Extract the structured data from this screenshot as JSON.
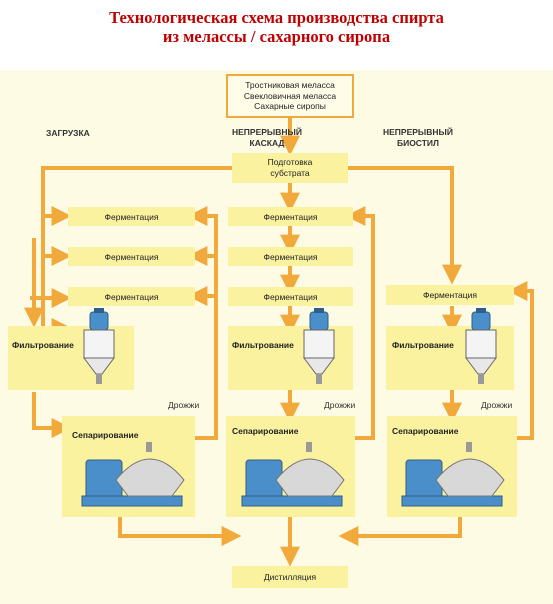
{
  "title": {
    "line1": "Технологическая схема производства спирта",
    "line2": "из мелассы / сахарного сиропа"
  },
  "source": {
    "lines": [
      "Тростниковая меласса",
      "Свекловичная меласса",
      "Сахарные сиропы"
    ]
  },
  "columns": {
    "left": {
      "heading": [
        "ЗАГРУЗКА"
      ]
    },
    "middle": {
      "heading": [
        "НЕПРЕРЫВНЫЙ",
        "КАСКАД"
      ]
    },
    "right": {
      "heading": [
        "НЕПРЕРЫВНЫЙ",
        "БИОСТИЛ"
      ]
    }
  },
  "substrate": {
    "lines": [
      "Подготовка",
      "субстрата"
    ]
  },
  "fermentation_label": "Ферментация",
  "filtration_label": "Фильтрование",
  "separation_label": "Сепарирование",
  "yeast_label": "Дрожжи",
  "distillation_label": "Дистилляция",
  "colors": {
    "title": "#c00000",
    "arrow": "#f2a93b",
    "box": "#fbf2a0",
    "panel": "#fdfbe3",
    "motor": "#4a8fc9",
    "bowl": "#d8d8d8"
  }
}
